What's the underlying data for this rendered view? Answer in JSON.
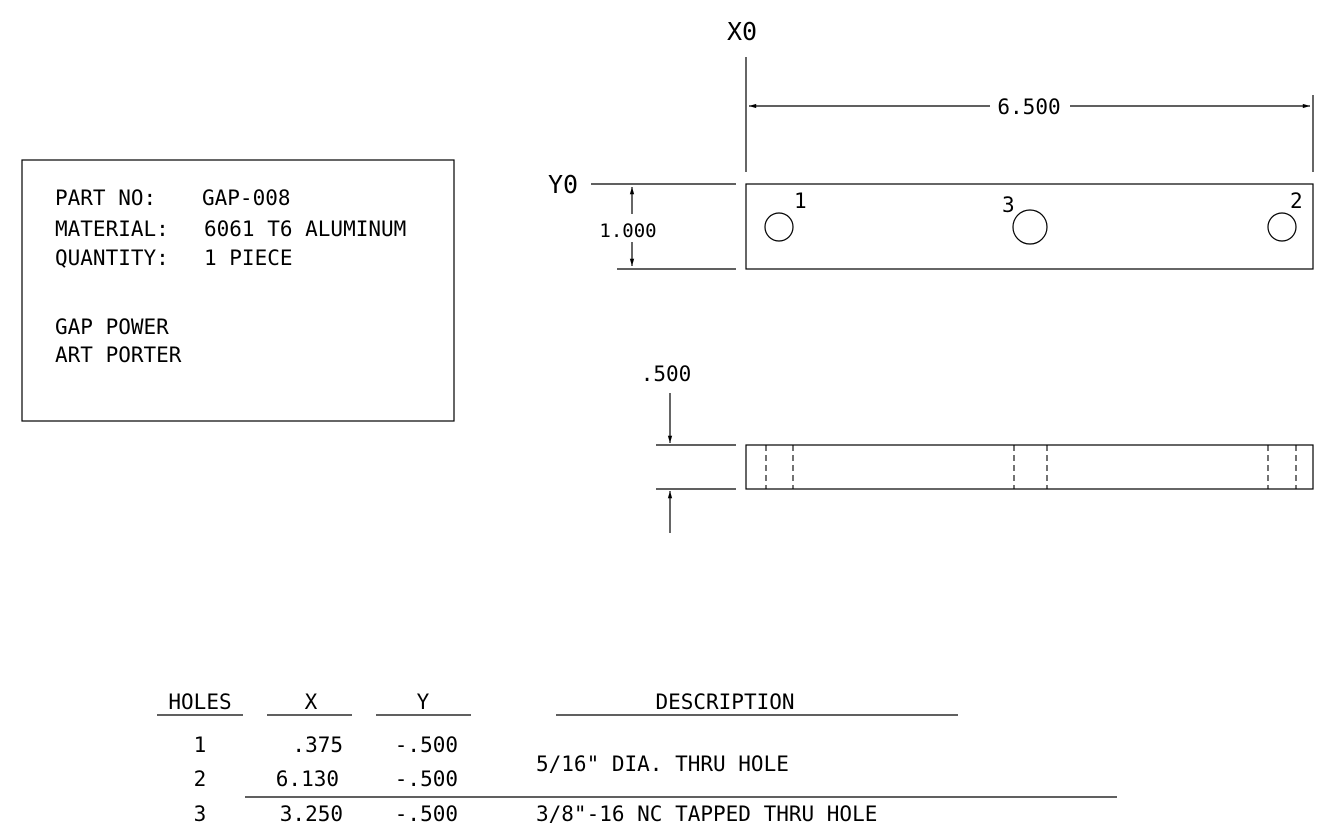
{
  "title_block": {
    "part_label": "PART NO:",
    "part_value": "GAP-008",
    "material_label": "MATERIAL:",
    "material_value": "6061 T6 ALUMINUM",
    "quantity_label": "QUANTITY:",
    "quantity_value": "1 PIECE",
    "company": "GAP POWER",
    "person": "ART PORTER"
  },
  "drawing": {
    "x_origin": "X0",
    "y_origin": "Y0",
    "length_dim": "6.500",
    "height_dim": "1.000",
    "thickness_dim": ".500",
    "hole_labels": [
      "1",
      "3",
      "2"
    ]
  },
  "hole_table": {
    "headers": {
      "holes": "HOLES",
      "x": "X",
      "y": "Y",
      "description": "DESCRIPTION"
    },
    "rows": [
      {
        "hole": "1",
        "x": ".375",
        "y": "-.500"
      },
      {
        "hole": "2",
        "x": "6.130",
        "y": "-.500"
      },
      {
        "hole": "3",
        "x": "3.250",
        "y": "-.500"
      }
    ],
    "desc_1_2": "5/16\" DIA. THRU HOLE",
    "desc_3": "3/8\"-16 NC TAPPED THRU HOLE"
  }
}
